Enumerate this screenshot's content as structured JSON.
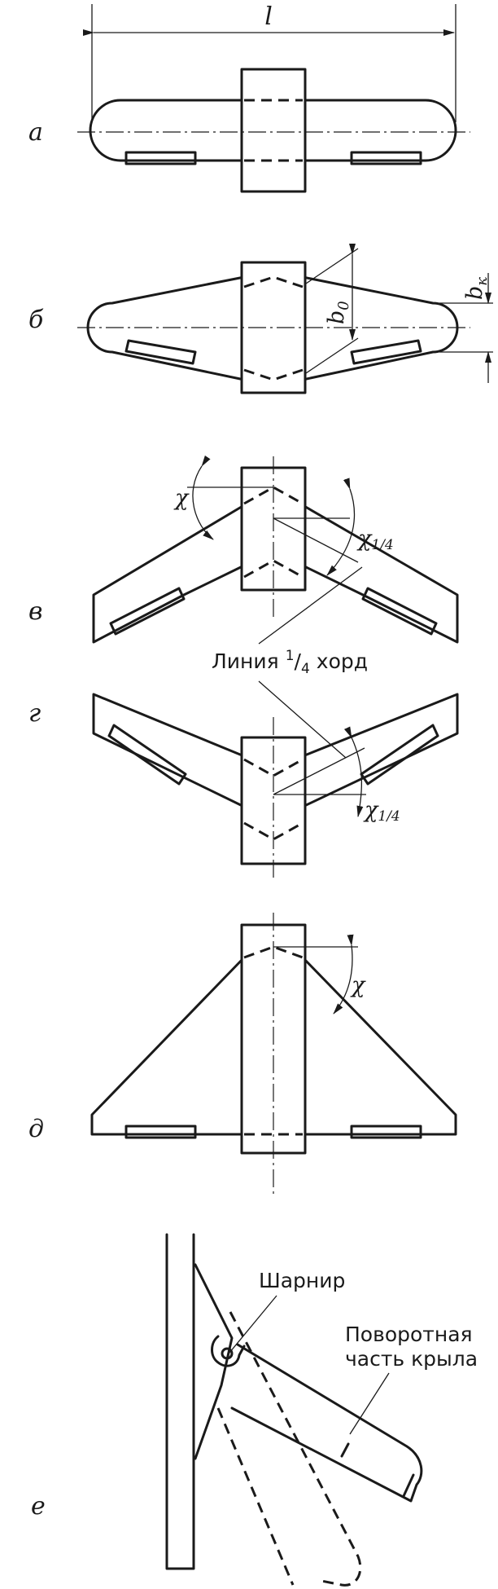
{
  "figure": {
    "panels": [
      {
        "id": "a",
        "label": "а"
      },
      {
        "id": "b",
        "label": "б"
      },
      {
        "id": "v",
        "label": "в"
      },
      {
        "id": "g",
        "label": "г"
      },
      {
        "id": "d",
        "label": "д"
      },
      {
        "id": "e",
        "label": "е"
      }
    ],
    "dims": {
      "span": "l",
      "root_chord": "b",
      "root_chord_sub": "0",
      "tip_chord": "b",
      "tip_chord_sub": "к",
      "sweep": "χ",
      "sweep_quarter": "χ",
      "sweep_quarter_sub": "1/4"
    },
    "callouts": {
      "quarter_chord_word": "Линия",
      "quarter_chord_num": "1",
      "quarter_chord_den": "4",
      "quarter_chord_tail": "хорд",
      "hinge": "Шарнир",
      "pivot_line1": "Поворотная",
      "pivot_line2": "часть крыла"
    }
  }
}
